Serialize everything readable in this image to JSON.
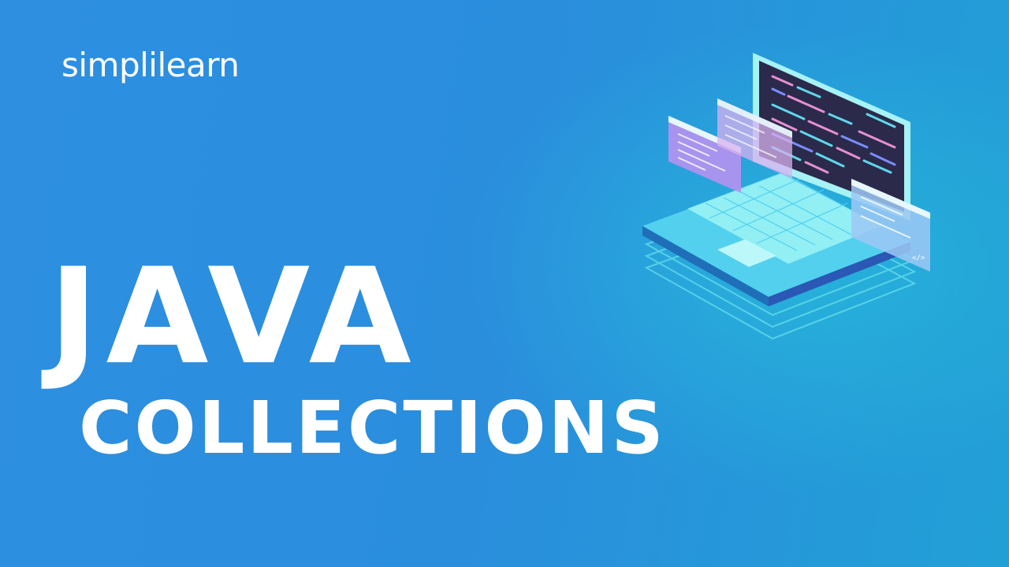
{
  "brand": {
    "name": "simplilearn"
  },
  "headline": {
    "line1": "JAVA",
    "line2": "COLLECTIONS"
  },
  "illustration": {
    "icon": "laptop-code-icon",
    "code_badge": "</>"
  },
  "colors": {
    "background": "#2a8edd",
    "text": "#ffffff",
    "accent": "#3fe0e6",
    "panel_purple": "#b592f0",
    "screen": "#2b2a4a"
  }
}
